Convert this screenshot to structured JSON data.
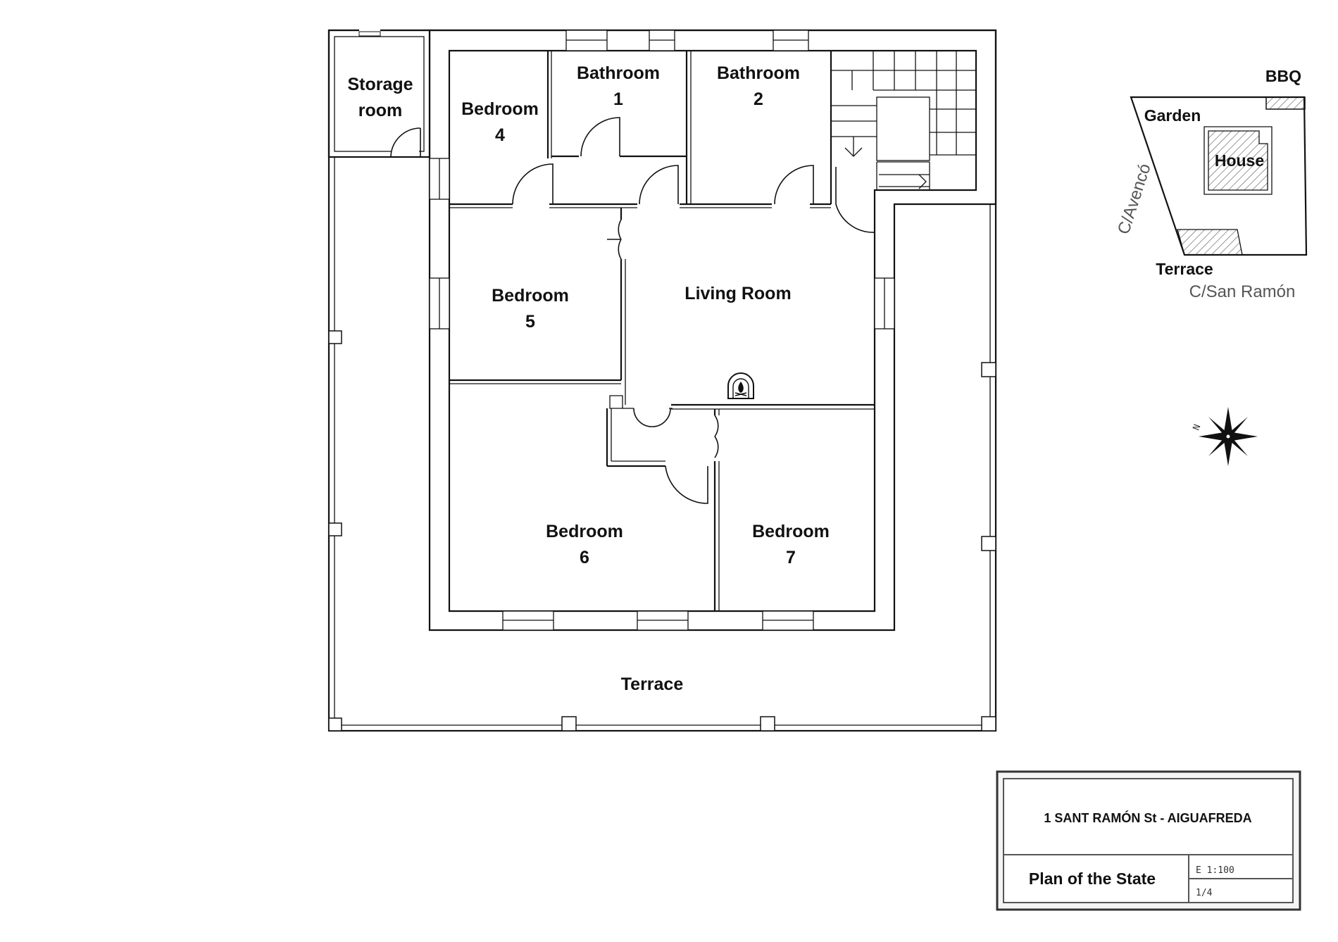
{
  "plan": {
    "rooms": {
      "storage_line1": "Storage",
      "storage_line2": "room",
      "bedroom4_line1": "Bedroom",
      "bedroom4_line2": "4",
      "bathroom1_line1": "Bathroom",
      "bathroom1_line2": "1",
      "bathroom2_line1": "Bathroom",
      "bathroom2_line2": "2",
      "bedroom5_line1": "Bedroom",
      "bedroom5_line2": "5",
      "living_room": "Living Room",
      "bedroom6_line1": "Bedroom",
      "bedroom6_line2": "6",
      "bedroom7_line1": "Bedroom",
      "bedroom7_line2": "7",
      "terrace": "Terrace"
    },
    "icons": [
      "fireplace-icon",
      "stairs-icon",
      "door-swing-icon"
    ]
  },
  "site_map": {
    "bbq": "BBQ",
    "garden": "Garden",
    "house": "House",
    "terrace": "Terrace",
    "street_west": "C/Avencó",
    "street_south": "C/San Ramón",
    "compass_label": "N",
    "icons": [
      "compass-rose-icon"
    ]
  },
  "title_block": {
    "address": "1 SANT RAMÓN St - AIGUAFREDA",
    "title": "Plan of the State",
    "scale": "E 1:100",
    "sheet": "1/4"
  }
}
